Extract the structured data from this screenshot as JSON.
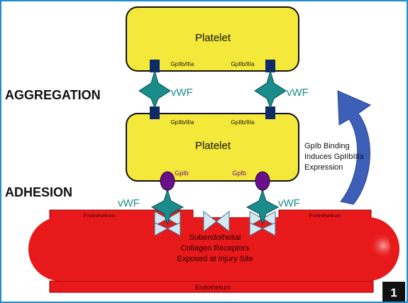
{
  "platelet_top": {
    "label": "Platelet",
    "receptor_left": "GpIIb/IIIa",
    "receptor_right": "GpIIb/IIIa"
  },
  "platelet_bottom": {
    "label": "Platelet",
    "receptor_left": "GpIIb/IIIa",
    "receptor_right": "GpIIb/IIIa",
    "gpib_left": "GpIb",
    "gpib_right": "GpIb"
  },
  "aggregation": {
    "label": "AGGREGATION",
    "vwf_left": "vWF",
    "vwf_right": "vWF"
  },
  "adhesion": {
    "label": "ADHESION",
    "vwf_left": "vWF",
    "vwf_right": "vWF"
  },
  "endothelium": {
    "top_left": "Endothelium",
    "top_right": "Endothelium",
    "bottom": "Endothelium"
  },
  "subendothelial": {
    "line1": "Subendothelial",
    "line2": "Collagen Receptors",
    "line3": "Exposed at Injury Site"
  },
  "arrow_note": {
    "line1": "GpIb Binding",
    "line2": "Induces GpIIbIIIa",
    "line3": "Expression"
  },
  "figure_number": "1",
  "colors": {
    "platelet_fill": "#f4e83a",
    "vessel_red": "#e8191a",
    "vwf_teal": "#1a8c8c",
    "receptor_navy": "#0d2b66",
    "gpib_purple": "#6a0f8a",
    "arrow_blue": "#3d5fb8",
    "frame_border": "#1f8fcf"
  }
}
